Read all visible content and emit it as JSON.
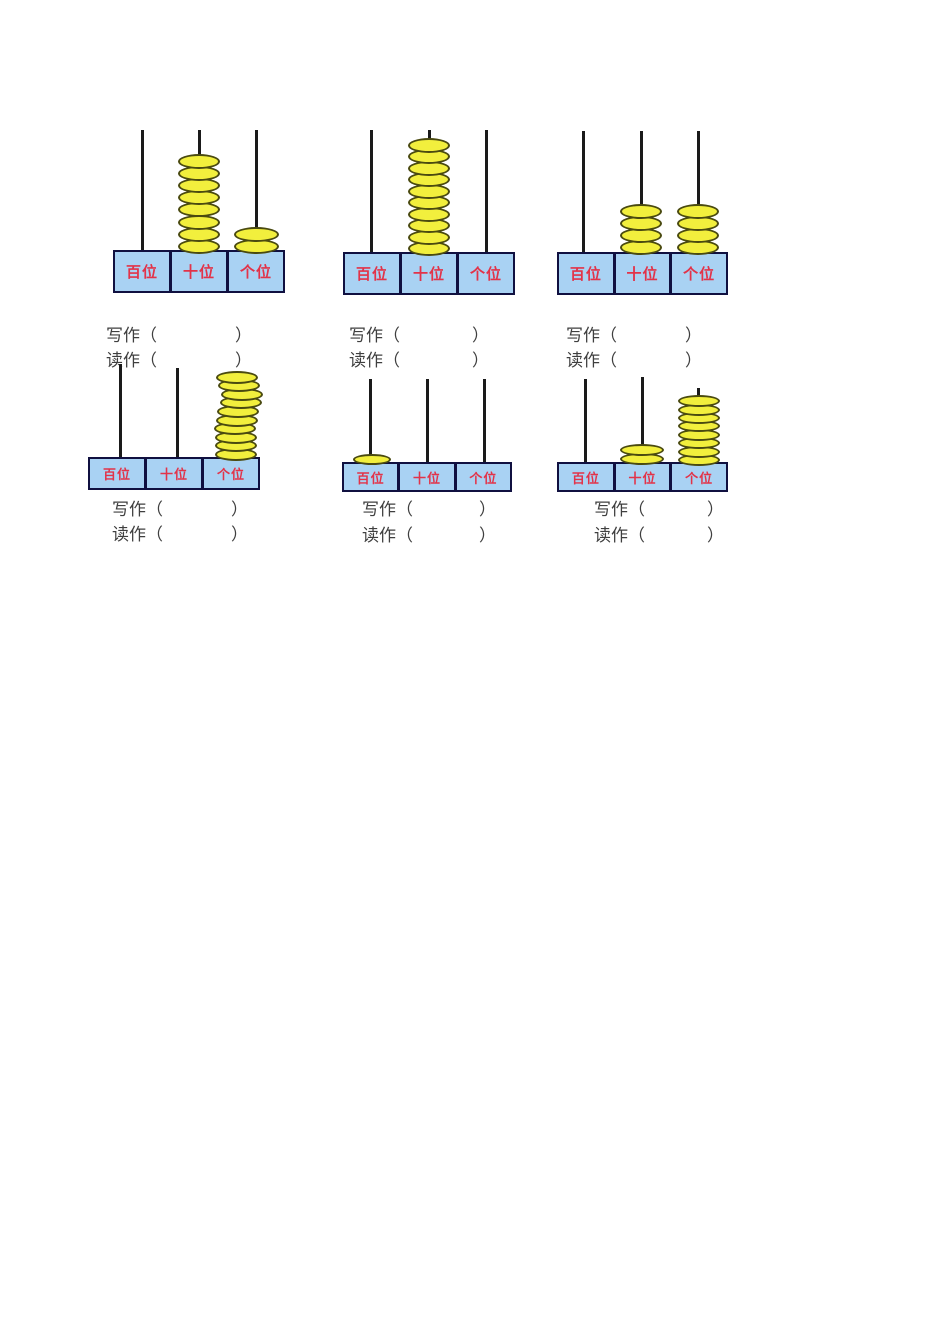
{
  "worksheet": {
    "background": "#ffffff",
    "colors": {
      "bead_fill": "#f2ef3d",
      "bead_border": "#4a4a10",
      "box_fill": "#a9d2f3",
      "box_border": "#101040",
      "rod_color": "#1a1a1a",
      "label_red": "#e23349",
      "text_color": "#3f3f3f"
    },
    "place_labels": [
      "百位",
      "十位",
      "个位"
    ],
    "write_label": "写作",
    "read_label": "读作",
    "open_paren": "（",
    "close_paren": "）",
    "answer_blank": "",
    "abacuses": [
      {
        "position": "row1-left",
        "beads": {
          "hundreds": 0,
          "tens": 8,
          "ones": 2
        }
      },
      {
        "position": "row1-middle",
        "beads": {
          "hundreds": 0,
          "tens": 10,
          "ones": 0
        }
      },
      {
        "position": "row1-right",
        "beads": {
          "hundreds": 0,
          "tens": 4,
          "ones": 4
        }
      },
      {
        "position": "row2-left",
        "beads": {
          "hundreds": 0,
          "tens": 0,
          "ones": 10
        }
      },
      {
        "position": "row2-middle",
        "beads": {
          "hundreds": 1,
          "tens": 0,
          "ones": 0
        }
      },
      {
        "position": "row2-right",
        "beads": {
          "hundreds": 0,
          "tens": 2,
          "ones": 8
        }
      }
    ]
  }
}
